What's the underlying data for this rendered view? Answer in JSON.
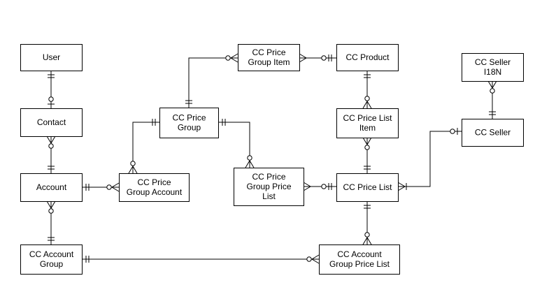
{
  "entities": [
    {
      "id": "user",
      "lines": [
        "User"
      ]
    },
    {
      "id": "contact",
      "lines": [
        "Contact"
      ]
    },
    {
      "id": "account",
      "lines": [
        "Account"
      ]
    },
    {
      "id": "cc-account-group",
      "lines": [
        "CC Account",
        "Group"
      ]
    },
    {
      "id": "cc-price-group",
      "lines": [
        "CC Price",
        "Group"
      ]
    },
    {
      "id": "cc-price-group-account",
      "lines": [
        "CC Price",
        "Group Account"
      ]
    },
    {
      "id": "cc-price-group-item",
      "lines": [
        "CC Price",
        "Group Item"
      ]
    },
    {
      "id": "cc-product",
      "lines": [
        "CC Product"
      ]
    },
    {
      "id": "cc-price-group-price-list",
      "lines": [
        "CC Price",
        "Group Price",
        "List"
      ]
    },
    {
      "id": "cc-price-list-item",
      "lines": [
        "CC Price List",
        "Item"
      ]
    },
    {
      "id": "cc-price-list",
      "lines": [
        "CC Price List"
      ]
    },
    {
      "id": "cc-account-group-price-list",
      "lines": [
        "CC Account",
        "Group Price List"
      ]
    },
    {
      "id": "cc-seller-i18n",
      "lines": [
        "CC Seller",
        "I18N"
      ]
    },
    {
      "id": "cc-seller",
      "lines": [
        "CC Seller"
      ]
    }
  ],
  "relationships": [
    {
      "id": "user-contact",
      "from_end": "one-mandatory",
      "to_end": "zero-or-one"
    },
    {
      "id": "contact-account",
      "from_end": "zero-or-many",
      "to_end": "one-mandatory"
    },
    {
      "id": "account-price-group-account",
      "from_end": "one-mandatory",
      "to_end": "zero-or-many"
    },
    {
      "id": "price-group-price-group-account",
      "from_end": "one-mandatory",
      "to_end": "zero-or-many"
    },
    {
      "id": "account-account-group",
      "from_end": "zero-or-many",
      "to_end": "one-mandatory"
    },
    {
      "id": "account-group-account-group-price-list",
      "from_end": "one-mandatory",
      "to_end": "zero-or-many"
    },
    {
      "id": "price-group-price-group-item",
      "from_end": "one-mandatory",
      "to_end": "zero-or-many"
    },
    {
      "id": "price-group-item-product",
      "from_end": "many",
      "to_end": "zero-or-one-mandatory"
    },
    {
      "id": "price-group-price-group-price-list",
      "from_end": "one-mandatory",
      "to_end": "zero-or-many"
    },
    {
      "id": "price-group-price-list-price-list",
      "from_end": "many",
      "to_end": "zero-or-one-mandatory"
    },
    {
      "id": "product-price-list-item",
      "from_end": "one-mandatory",
      "to_end": "zero-or-many"
    },
    {
      "id": "price-list-item-price-list",
      "from_end": "zero-or-many",
      "to_end": "one-mandatory"
    },
    {
      "id": "price-list-account-group-price-list",
      "from_end": "one-mandatory",
      "to_end": "zero-or-many"
    },
    {
      "id": "seller-i18n-seller",
      "from_end": "zero-or-many",
      "to_end": "one-mandatory"
    },
    {
      "id": "price-list-seller",
      "from_end": "many-one",
      "to_end": "zero-or-one"
    }
  ]
}
